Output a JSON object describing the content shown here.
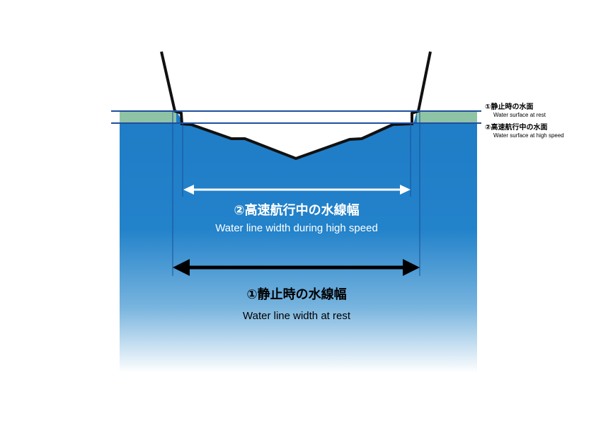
{
  "labels": {
    "rest_surface_jp": "①静止時の水面",
    "rest_surface_en": "Water surface at rest",
    "high_surface_jp": "②高速航行中の水面",
    "high_surface_en": "Water surface at high speed",
    "high_width_jp": "②高速航行中の水線幅",
    "high_width_en": "Water line width during high speed",
    "rest_width_jp": "①静止時の水線幅",
    "rest_width_en": "Water line width at rest"
  },
  "colors": {
    "water_deep": "#1f7cc6",
    "water_fade": "#ffffff",
    "surface_band": "#8fc3a6",
    "surface_line": "#1f4f9e",
    "hull": "#111111",
    "arrow_high": "#ffffff",
    "arrow_rest": "#000000"
  }
}
